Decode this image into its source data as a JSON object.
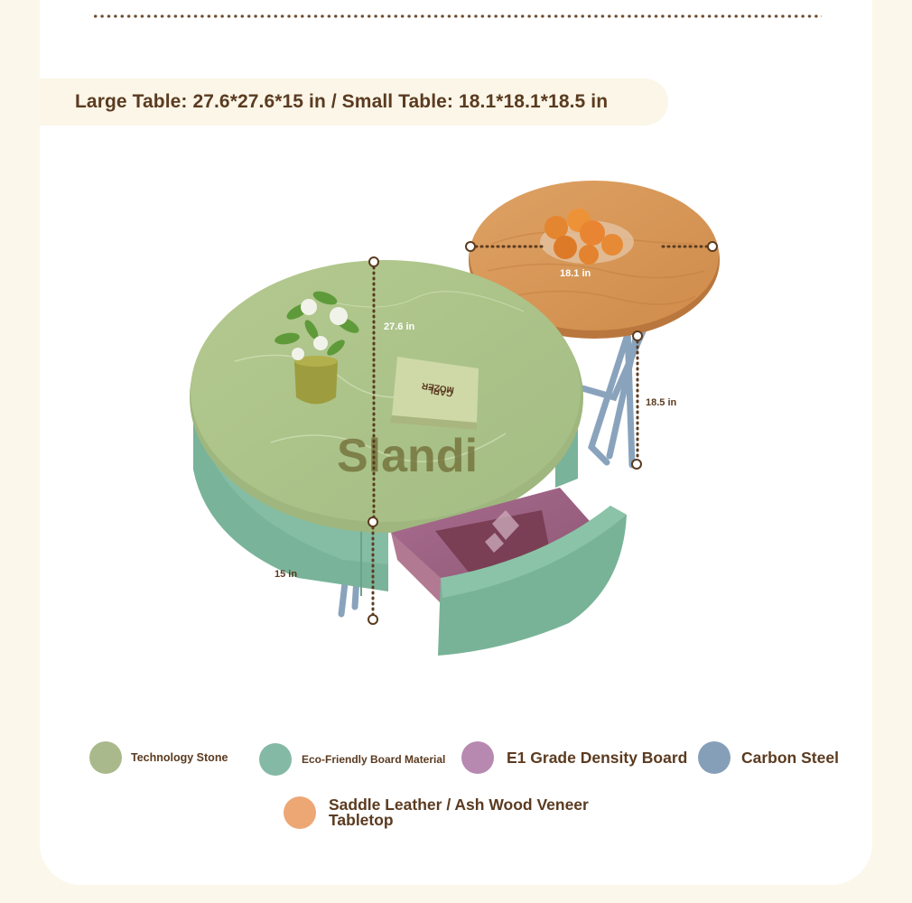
{
  "banner": {
    "dimensions_text": "Large Table: 27.6*27.6*15 in / Small Table: 18.1*18.1*18.5 in"
  },
  "product": {
    "watermark": "Slandi",
    "book_title_line1": "MOZER",
    "book_title_line2": "CARL",
    "dims": {
      "small_diameter": "18.1 in",
      "large_diameter": "27.6 in",
      "small_height": "18.5 in",
      "large_height": "15 in"
    }
  },
  "materials": [
    {
      "name": "Technology Stone",
      "color": "#a9b98b"
    },
    {
      "name": "Eco-Friendly Board Material",
      "color": "#84b9a6"
    },
    {
      "name": "E1 Grade Density Board",
      "color": "#b889b0"
    },
    {
      "name": "Carbon Steel",
      "color": "#869fb8"
    },
    {
      "name": "Saddle Leather / Ash Wood Veneer Tabletop",
      "color": "#eda774"
    }
  ]
}
